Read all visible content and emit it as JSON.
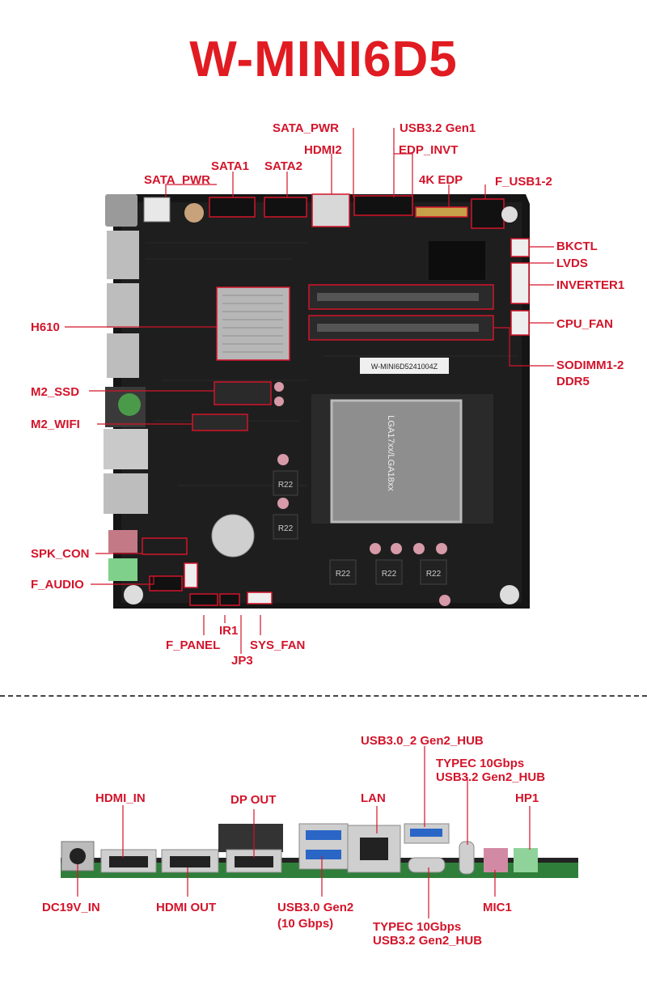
{
  "title": "W-MINI6D5",
  "board_labels": {
    "sata_pwr_top": "SATA_PWR",
    "hdmi2": "HDMI2",
    "sata1": "SATA1",
    "sata2": "SATA2",
    "sata_pwr_left": "SATA_PWR",
    "usb32_gen1": "USB3.2 Gen1",
    "edp_invt": "EDP_INVT",
    "edp_4k": "4K EDP",
    "f_usb": "F_USB1-2",
    "bkctl": "BKCTL",
    "lvds": "LVDS",
    "inverter1": "INVERTER1",
    "cpu_fan": "CPU_FAN",
    "sodimm": "SODIMM1-2",
    "ddr5": "DDR5",
    "h610": "H610",
    "m2_ssd": "M2_SSD",
    "m2_wifi": "M2_WIFI",
    "spk_con": "SPK_CON",
    "f_audio": "F_AUDIO",
    "ir1": "IR1",
    "f_panel": "F_PANEL",
    "sys_fan": "SYS_FAN",
    "jp3": "JP3"
  },
  "board_marks": {
    "sodimm_sticker": "W-MINI6D5241004Z",
    "lga_text": "LGA17xx/LGA18xx",
    "r22": "R22"
  },
  "io_labels": {
    "usb30_2_hub": "USB3.0_2  Gen2_HUB",
    "typec_top_1": "TYPEC  10Gbps",
    "typec_top_2": "USB3.2 Gen2_HUB",
    "hdmi_in": "HDMI_IN",
    "dp_out": "DP  OUT",
    "lan": "LAN",
    "hp1": "HP1",
    "dc19v": "DC19V_IN",
    "hdmi_out": "HDMI OUT",
    "usb30_1": "USB3.0  Gen2",
    "usb30_2": "(10 Gbps)",
    "mic1": "MIC1",
    "typec_bot_1": "TYPEC  10Gbps",
    "typec_bot_2": "USB3.2 Gen2_HUB"
  },
  "colors": {
    "label_red": "#d3142a",
    "title_red": "#e11b22",
    "pcb": "#1a1a1a"
  }
}
